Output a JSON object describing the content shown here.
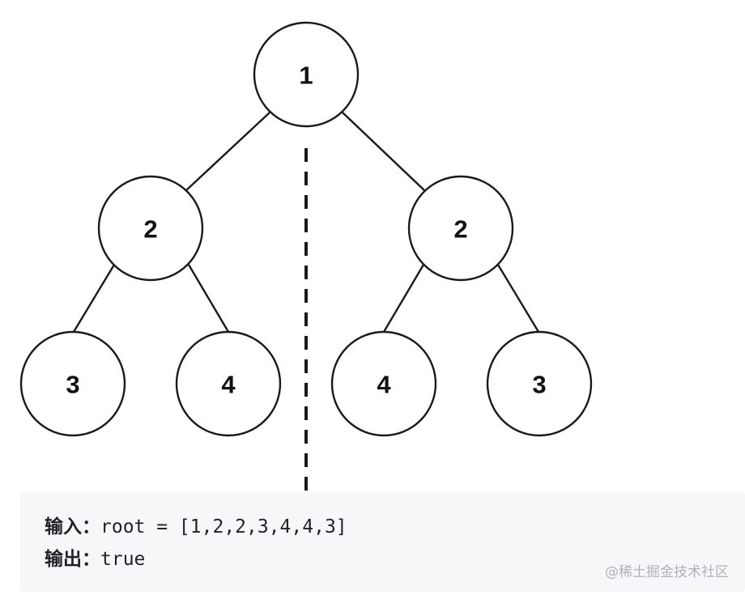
{
  "tree": {
    "nodes": [
      {
        "id": "root",
        "label": "1"
      },
      {
        "id": "left-child",
        "label": "2"
      },
      {
        "id": "right-child",
        "label": "2"
      },
      {
        "id": "left-left-leaf",
        "label": "3"
      },
      {
        "id": "left-right-leaf",
        "label": "4"
      },
      {
        "id": "right-left-leaf",
        "label": "4"
      },
      {
        "id": "right-right-leaf",
        "label": "3"
      }
    ],
    "edges": [
      {
        "from": "root",
        "to": "left-child"
      },
      {
        "from": "root",
        "to": "right-child"
      },
      {
        "from": "left-child",
        "to": "left-left-leaf"
      },
      {
        "from": "left-child",
        "to": "left-right-leaf"
      },
      {
        "from": "right-child",
        "to": "right-left-leaf"
      },
      {
        "from": "right-child",
        "to": "right-right-leaf"
      }
    ],
    "symmetry_axis": "dashed"
  },
  "example": {
    "input_label": "输入：",
    "input_value": "root = [1,2,2,3,4,4,3]",
    "output_label": "输出：",
    "output_value": "true"
  },
  "watermark": "@稀土掘金技术社区",
  "colors": {
    "stroke": "#1a1a1a",
    "node_fill": "#ffffff",
    "panel_background": "#f6f7f8",
    "watermark": "#aeb2b8"
  }
}
